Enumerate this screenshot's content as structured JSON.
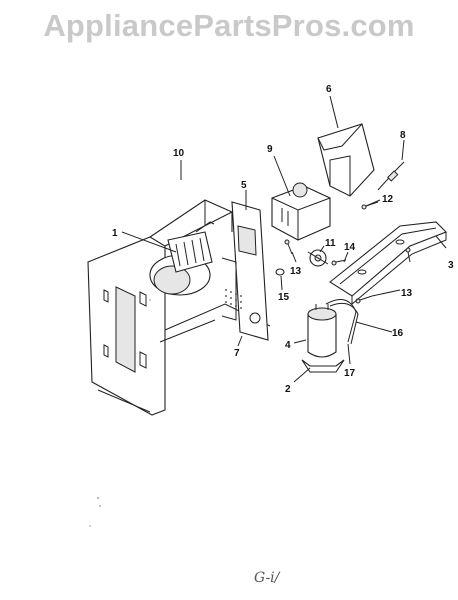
{
  "watermark": "AppliancePartsPros.com",
  "callouts": [
    "1",
    "2",
    "3",
    "4",
    "5",
    "6",
    "7",
    "8",
    "9",
    "10",
    "11",
    "12",
    "13",
    "13",
    "14",
    "15",
    "16",
    "17"
  ],
  "handwritten_note": "G-i/",
  "colors": {
    "ink": "#222222",
    "watermark": "#c9c9c9",
    "background": "#ffffff"
  }
}
